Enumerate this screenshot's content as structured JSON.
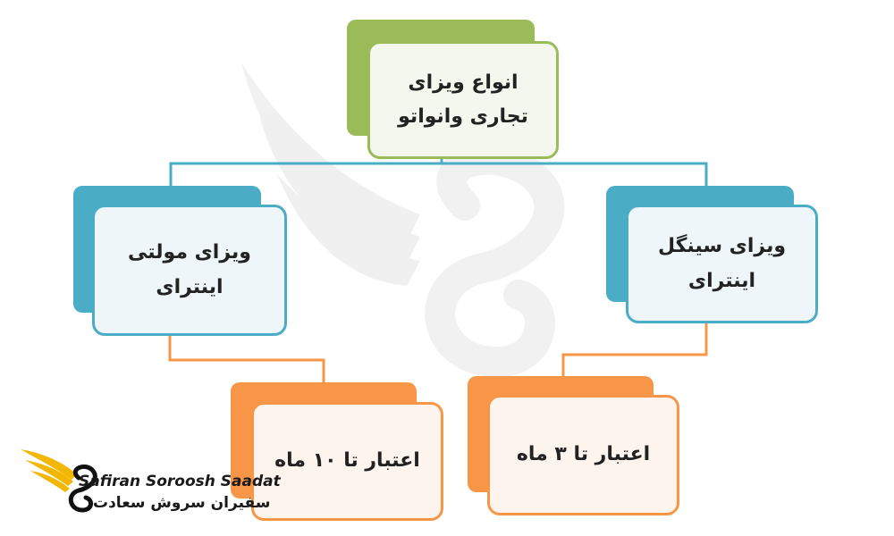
{
  "diagram": {
    "root": {
      "label": "انواع ویزای\nتجاری وانواتو",
      "back_color": "#9bbb59",
      "border_color": "#9bbb59",
      "fill_color": "#f4f7ee"
    },
    "left_branch": {
      "label": "ویزای مولتی\nاینترای",
      "back_color": "#4bacc6",
      "border_color": "#4bacc6",
      "fill_color": "#eef6f9"
    },
    "right_branch": {
      "label": "ویزای سینگل\nاینترای",
      "back_color": "#4bacc6",
      "border_color": "#4bacc6",
      "fill_color": "#eef6f9"
    },
    "left_leaf": {
      "label": "اعتبار تا ۱۰ ماه",
      "back_color": "#f79646",
      "border_color": "#f79646",
      "fill_color": "#fdf4ee"
    },
    "right_leaf": {
      "label": "اعتبار تا ۳ ماه",
      "back_color": "#f79646",
      "border_color": "#f79646",
      "fill_color": "#fdf4ee"
    },
    "connector_colors": {
      "top": "#4bacc6",
      "bottom": "#f79646"
    }
  },
  "logo": {
    "name_latin": "Safiran Soroosh Saadat",
    "name_persian": "سفیران سروش سعادت",
    "wing_color": "#f2b705"
  }
}
